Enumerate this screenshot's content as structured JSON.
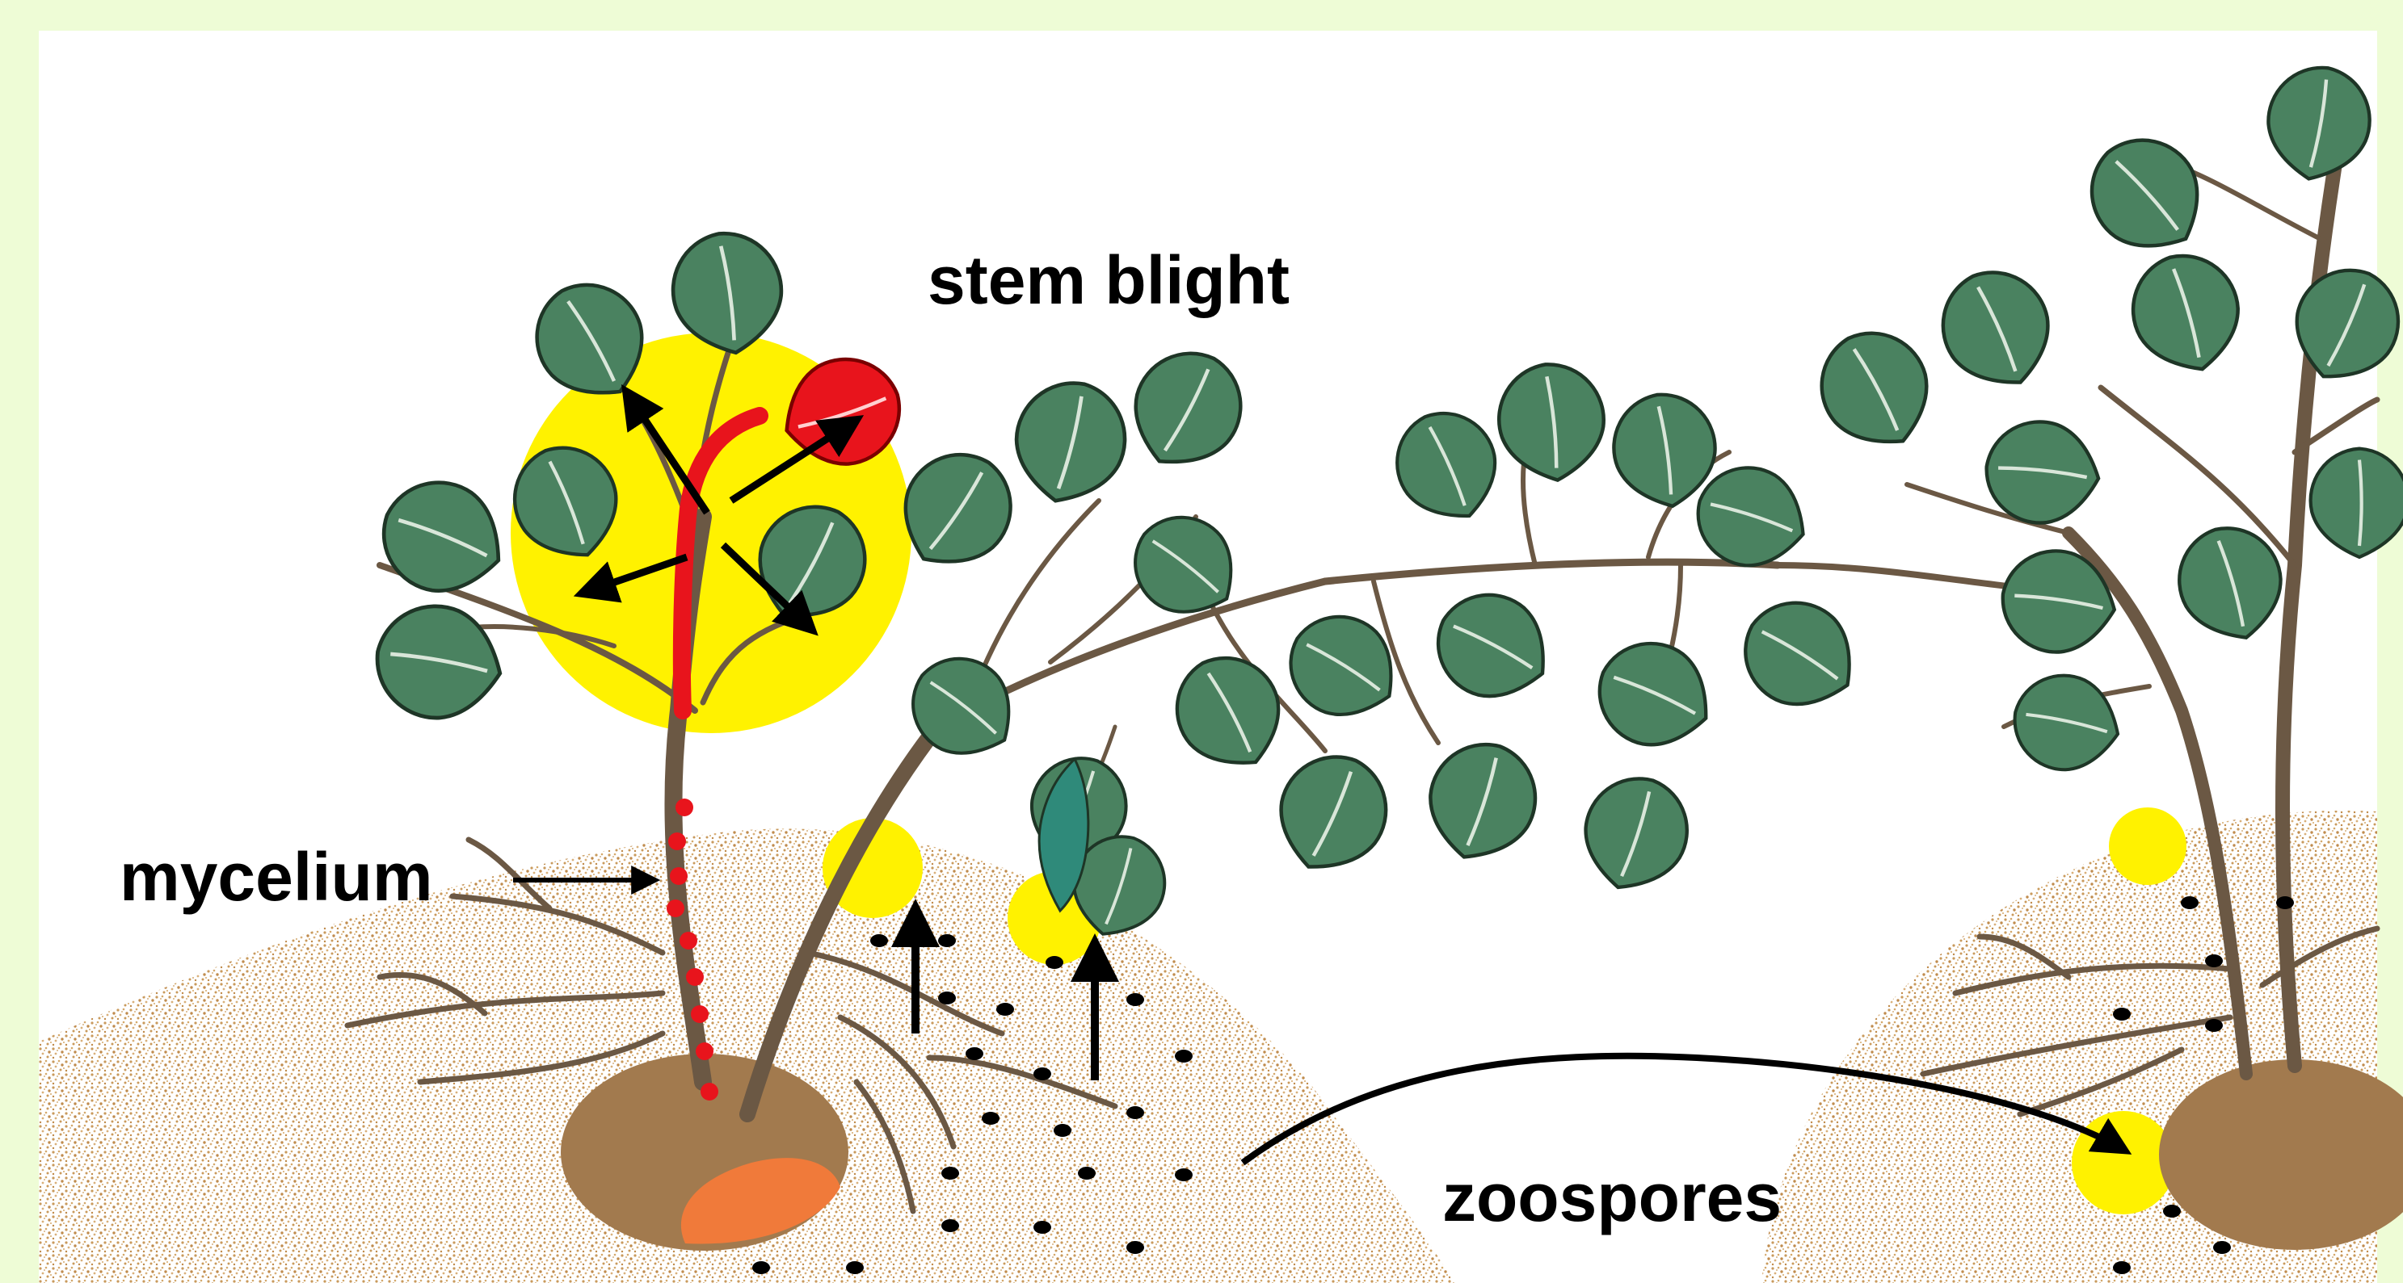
{
  "diagram": {
    "labels": {
      "stem_blight": "stem blight",
      "mycelium": "mycelium",
      "zoospores": "zoospores"
    },
    "colors": {
      "frame_background": "#eefcd6",
      "panel_background": "#ffffff",
      "leaf_fill": "#4a8260",
      "leaf_edge": "#1e3526",
      "stem": "#6b5844",
      "soil_speckle": "#c99a5c",
      "tuber": "#a27a4e",
      "tuber_rot": "#f07a3a",
      "infection_highlight": "#fff200",
      "blight_red": "#e8141c",
      "spore_dot": "#000000"
    },
    "icons": [
      "arrow-icon",
      "leaf-icon",
      "tuber-icon",
      "zoospore-dot-icon"
    ]
  }
}
